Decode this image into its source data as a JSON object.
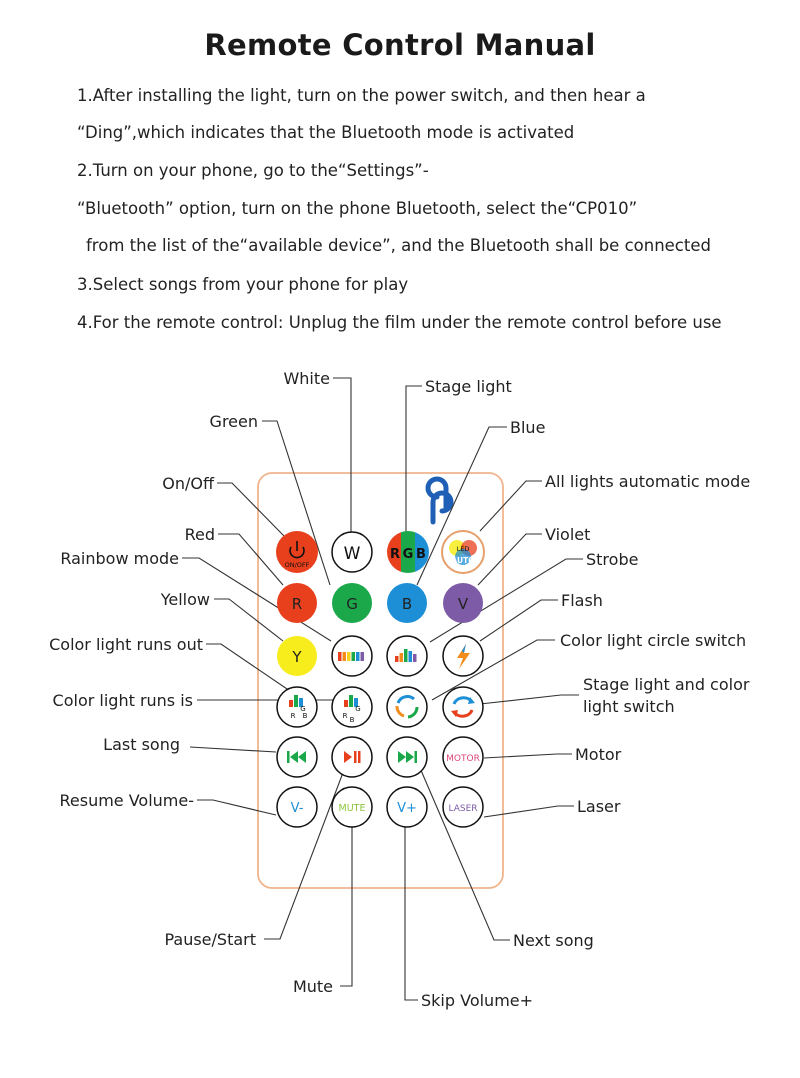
{
  "title": "Remote Control Manual",
  "instructions": [
    "1.After installing the light, turn on the power switch, and then hear a",
    "“Ding”,which  indicates that the Bluetooth mode is activated",
    "2.Turn on your phone, go to the“Settings”-",
    "“Bluetooth” option, turn on the phone Bluetooth, select the“CP010”",
    "from the list of the“available device”, and the Bluetooth shall be connected",
    "3.Select songs from your phone for play",
    "4.For the remote control: Unplug the film under the remote control before use"
  ],
  "labels": {
    "white": "White",
    "stage_light": "Stage light",
    "green": "Green",
    "blue": "Blue",
    "on_off": "On/Off",
    "all_auto": "All lights automatic mode",
    "red": "Red",
    "violet": "Violet",
    "rainbow": "Rainbow mode",
    "strobe": "Strobe",
    "yellow": "Yellow",
    "flash": "Flash",
    "runs_out": "Color light runs out",
    "circle_switch": "Color light circle switch",
    "runs_is": "Color light runs is",
    "stage_color_1": "Stage light and color",
    "stage_color_2": "light switch",
    "last_song": "Last song",
    "motor": "Motor",
    "resume_vol": "Resume Volume-",
    "laser": "Laser",
    "pause_start": "Pause/Start",
    "next_song": "Next song",
    "mute": "Mute",
    "skip_vol": "Skip Volume+"
  },
  "buttons": {
    "onoff": "ON/OFF",
    "w": "W",
    "rgb_r": "R",
    "rgb_g": "G",
    "rgb_b": "B",
    "led": "LED",
    "auto": "AUTO",
    "r": "R",
    "g": "G",
    "b": "B",
    "v": "V",
    "y": "Y",
    "rgb_small_r": "R",
    "rgb_small_g": "G",
    "rgb_small_b": "B",
    "vminus": "V-",
    "mute": "MUTE",
    "vplus": "V+",
    "motor": "MOTOR",
    "laser": "LASER"
  },
  "colors": {
    "red": "#e8401c",
    "green": "#1ba84a",
    "blue": "#1d8fd6",
    "violet": "#7d5ba6",
    "yellow": "#f7ec1c",
    "remote_border": "#f0b48c",
    "logo": "#1f5fb5"
  }
}
